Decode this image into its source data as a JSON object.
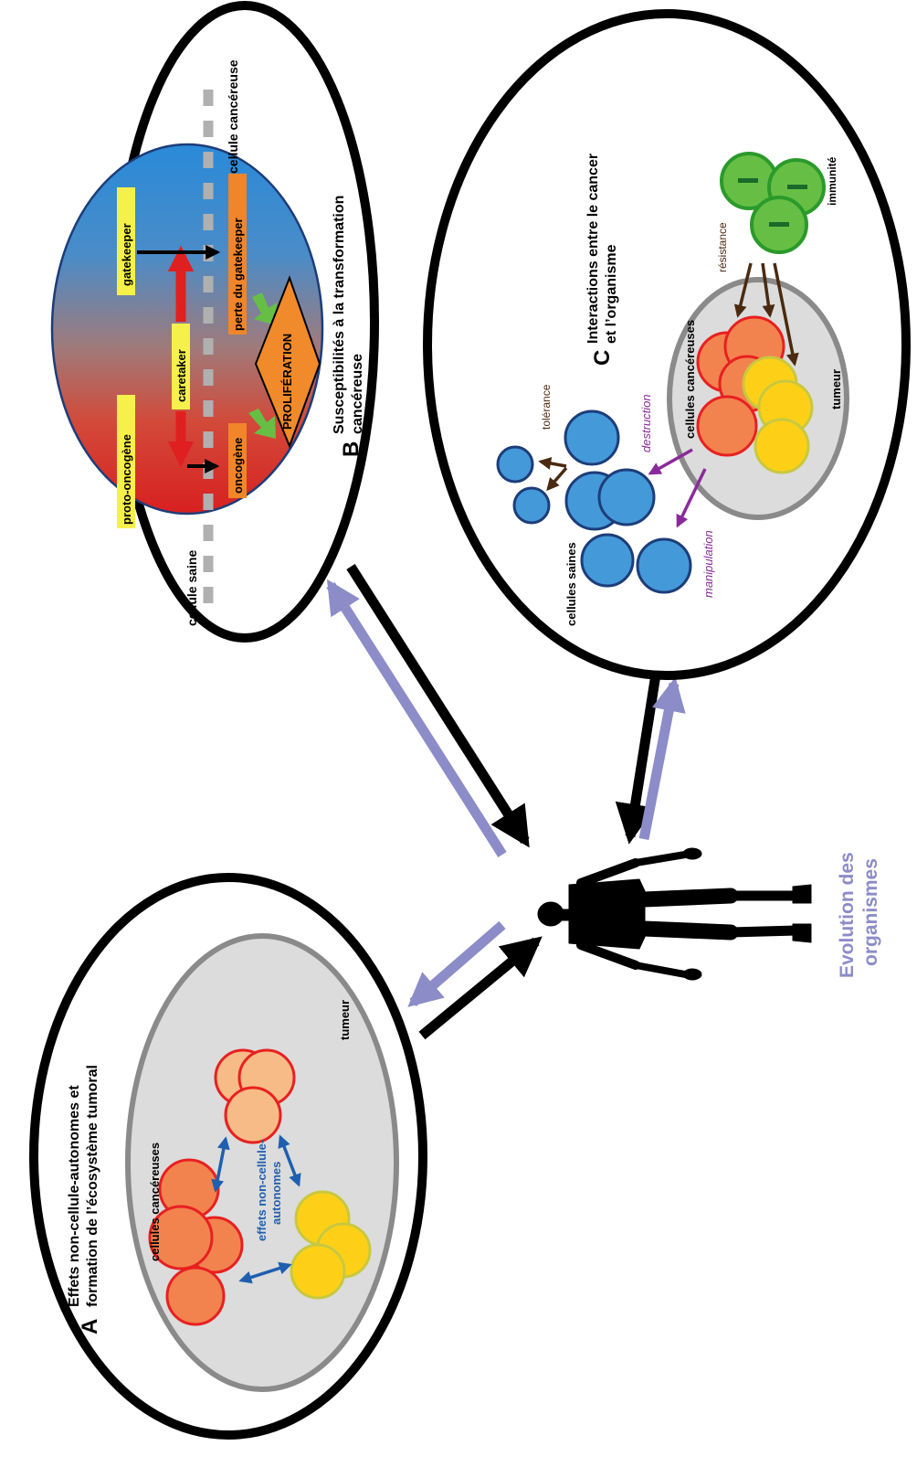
{
  "panel_a": {
    "letter": "A",
    "title_line1": "Effets non-cellule-autonomes et",
    "title_line2": "formation de l’écosystème tumoral",
    "cancer_cells_label": "cellules cancéreuses",
    "tumor_label": "tumeur",
    "effects_line1": "effets non-cellule-",
    "effects_line2": "autonomes"
  },
  "panel_b": {
    "letter": "B",
    "title_line1": "Susceptibilités à la transformation",
    "title_line2": "cancéreuse",
    "healthy_label": "cellule saine",
    "cancer_label": "cellule cancéreuse",
    "proto_oncogene": "proto-oncogène",
    "caretaker": "caretaker",
    "gatekeeper": "gatekeeper",
    "oncogene": "oncogène",
    "gatekeeper_loss": "perte du gatekeeper",
    "proliferation": "PROLIFÉRATION"
  },
  "panel_c": {
    "letter": "C",
    "title_line1": "Interactions entre le cancer",
    "title_line2": "et l’organisme",
    "healthy_cells": "cellules saines",
    "cancer_cells": "cellules cancéreuses",
    "tumor": "tumeur",
    "immunity": "immunité",
    "tolerance": "tolérance",
    "destruction": "destruction",
    "manipulation": "manipulation",
    "resistance": "résistance"
  },
  "organism_evolution_line1": "Evolution des",
  "organism_evolution_line2": "organismes",
  "colors": {
    "purple_arrow": "#8c8cc8",
    "blue_cell": "#4499d9",
    "orange_cell": "#f2834f",
    "light_orange_cell": "#f7bb87",
    "yellow_cell": "#fdd017",
    "green_cell": "#66bf44",
    "tumor_fill": "#dcdcdc"
  }
}
